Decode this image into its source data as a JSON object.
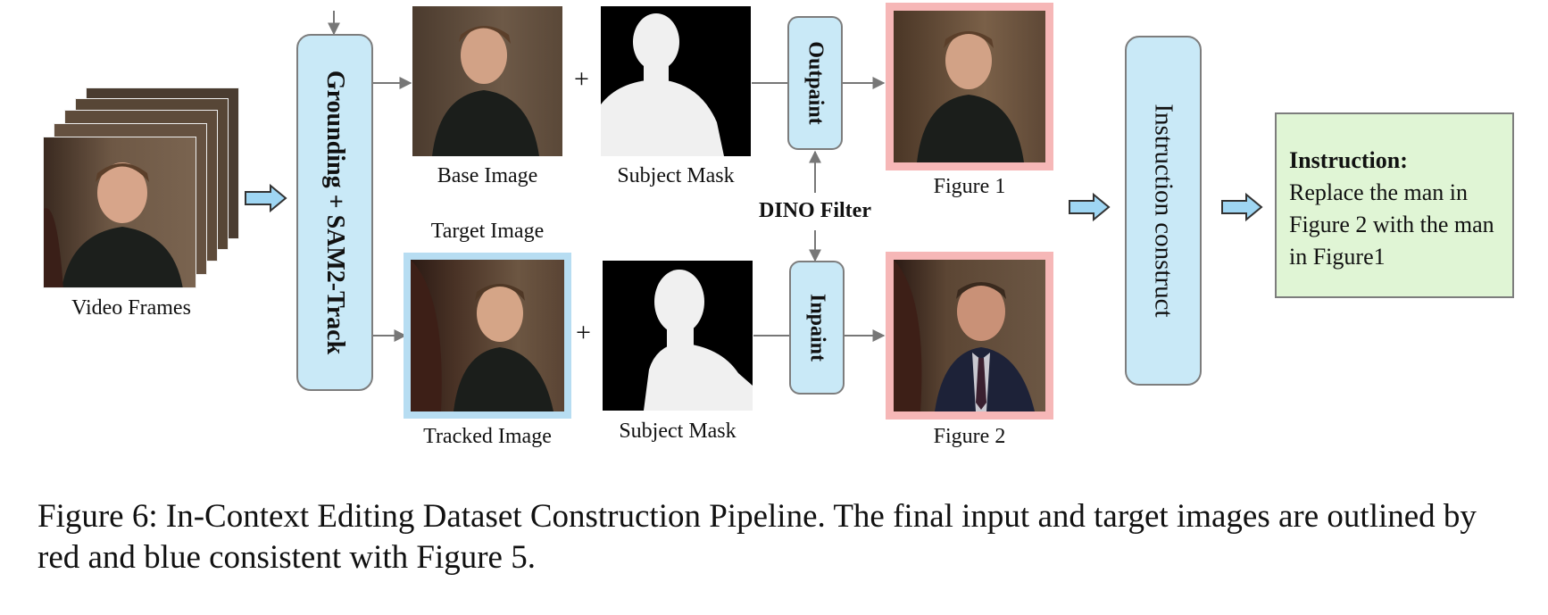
{
  "nodes": {
    "video_frames_label": "Video Frames",
    "grounding": "Grounding + SAM2-Track",
    "base_image": "Base Image",
    "subject_mask_top": "Subject Mask",
    "target_image": "Target Image",
    "tracked_image": "Tracked Image",
    "subject_mask_bottom": "Subject Mask",
    "outpaint": "Outpaint",
    "inpaint": "Inpaint",
    "dino_filter": "DINO Filter",
    "figure_1": "Figure 1",
    "figure_2": "Figure 2",
    "instruction_construct": "Instruction construct",
    "plus": "+"
  },
  "instruction": {
    "heading": "Instruction:",
    "text": "Replace the man in Figure 2 with the man in Figure1"
  },
  "caption": "Figure 6: In-Context Editing Dataset Construction Pipeline. The final input and target images are outlined by red and blue consistent with Figure  5.",
  "colors": {
    "process_box": "#c9e9f7",
    "instruction_box": "#e0f5d5",
    "input_outline_red": "#f6b7b7",
    "target_outline_blue": "#b7ddf2",
    "arrow_fill": "#9fd6f3",
    "connector": "#777777"
  }
}
